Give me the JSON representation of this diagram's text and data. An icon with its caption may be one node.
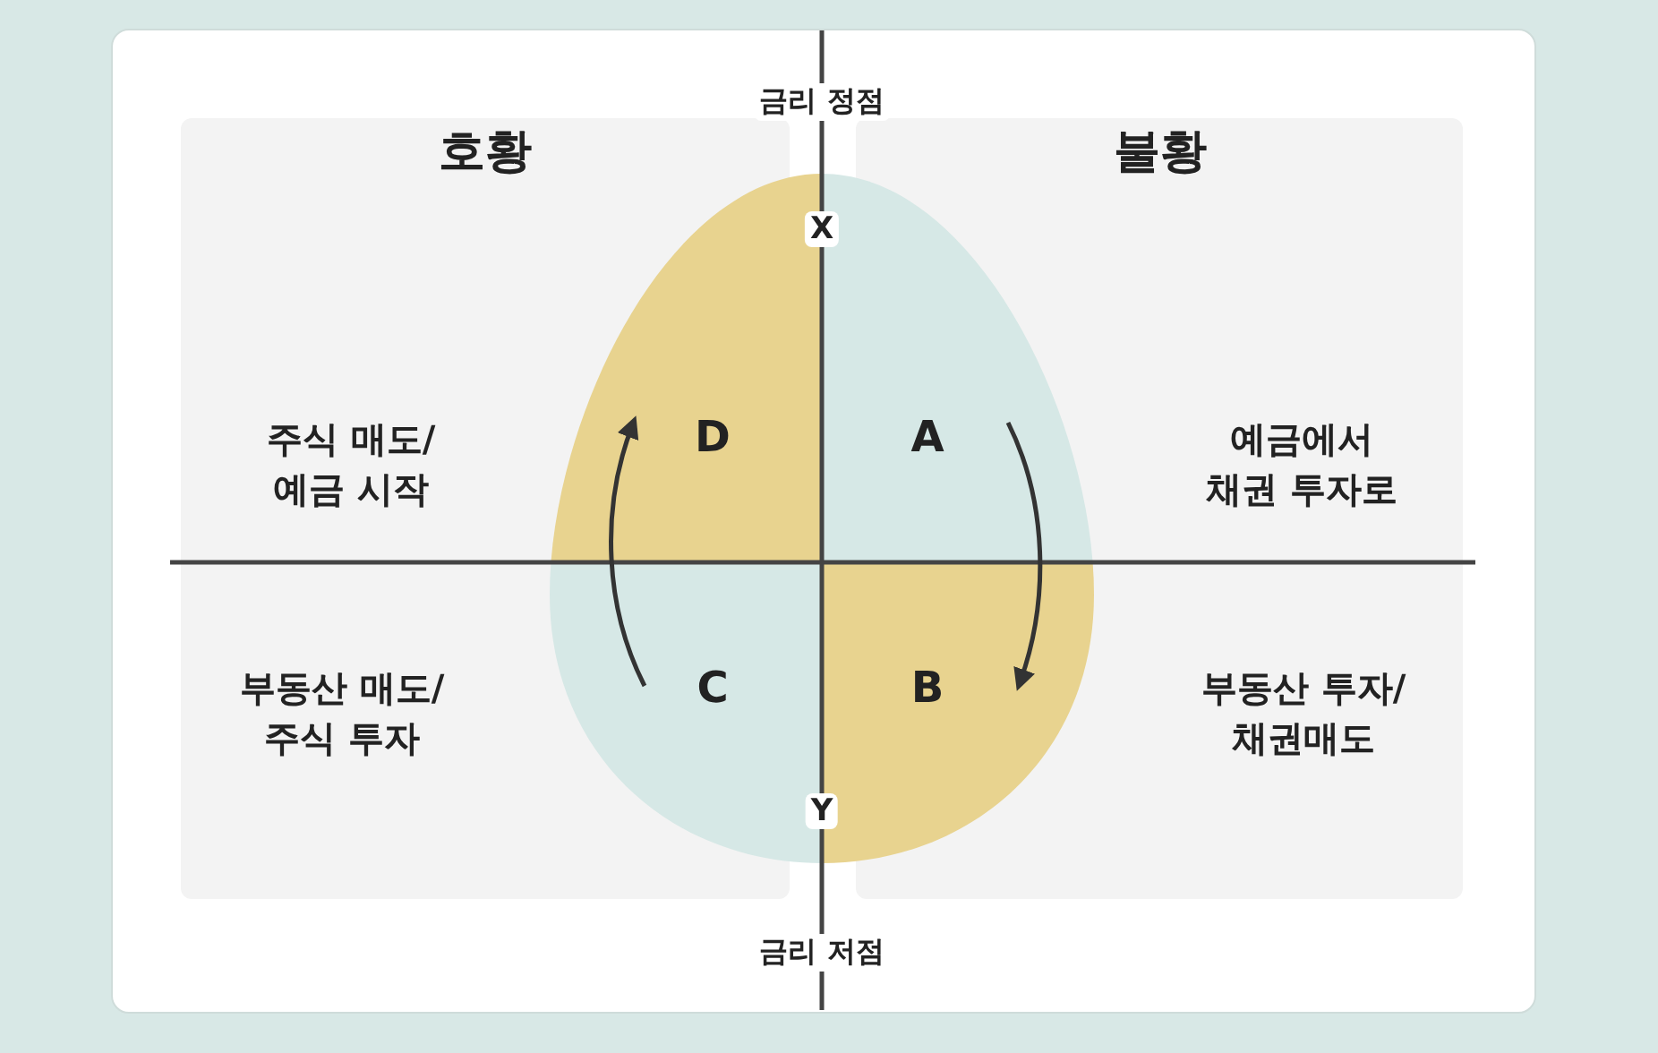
{
  "diagram": {
    "nodes": [
      {
        "text": [
          "호황",
          "주식 매도/ 예금 시작",
          "부동산 매도/ 주식 투자"
        ]
      },
      {
        "text": [
          "불황",
          "예금에서 채권 투자로",
          "부동산 투자/ 채권매도"
        ]
      }
    ],
    "labels": [
      "금리 정점",
      "X",
      "D",
      "A",
      "C",
      "B",
      "Y",
      "금리 저점"
    ]
  }
}
